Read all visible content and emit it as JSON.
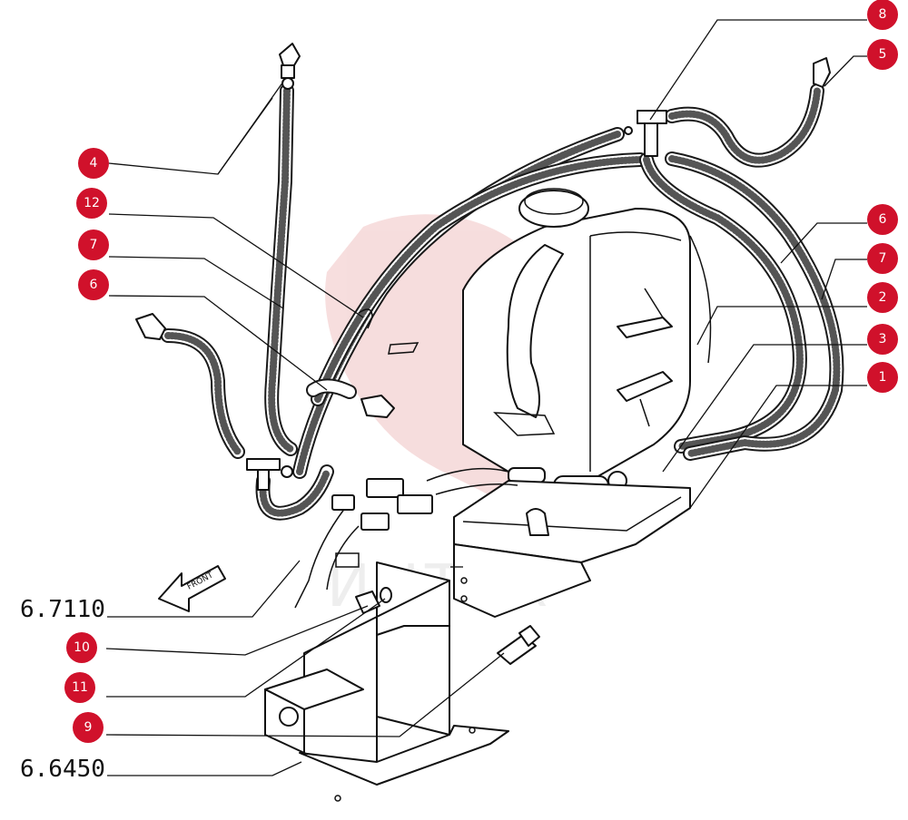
{
  "callouts": [
    {
      "id": "c4",
      "label": "4"
    },
    {
      "id": "c12",
      "label": "12"
    },
    {
      "id": "c7l",
      "label": "7"
    },
    {
      "id": "c6l",
      "label": "6"
    },
    {
      "id": "c8",
      "label": "8"
    },
    {
      "id": "c5",
      "label": "5"
    },
    {
      "id": "c6r",
      "label": "6"
    },
    {
      "id": "c7r",
      "label": "7"
    },
    {
      "id": "c2",
      "label": "2"
    },
    {
      "id": "c3",
      "label": "3"
    },
    {
      "id": "c1",
      "label": "1"
    },
    {
      "id": "c10",
      "label": "10"
    },
    {
      "id": "c11",
      "label": "11"
    },
    {
      "id": "c9",
      "label": "9"
    }
  ],
  "references": {
    "ref_top": "6.7110",
    "ref_bottom": "6.6450"
  },
  "front_label": "FRONT",
  "watermark_text": "ИНТЕХ",
  "colors": {
    "callout_fill": "#d0112b",
    "watermark": "#e8a0a0",
    "ink": "#111111"
  }
}
